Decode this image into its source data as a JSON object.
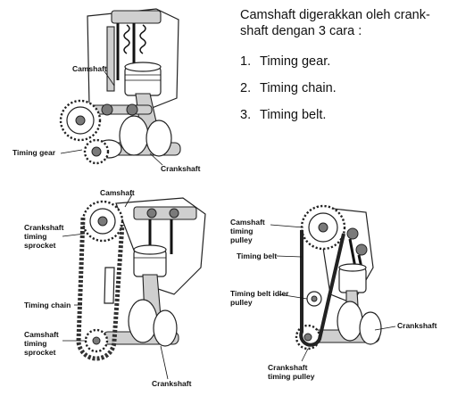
{
  "description": {
    "heading": "Camshaft digerakkan oleh crank- shaft dengan 3 cara :",
    "methods": [
      {
        "number": "1.",
        "label": "Timing gear."
      },
      {
        "number": "2.",
        "label": "Timing chain."
      },
      {
        "number": "3.",
        "label": "Timing belt."
      }
    ]
  },
  "figure_gear": {
    "labels": {
      "camshaft": "Camshaft",
      "timing_gear": "Timing gear",
      "crankshaft": "Crankshaft"
    }
  },
  "figure_chain": {
    "labels": {
      "camshaft": "Camshaft",
      "crankshaft_timing_sprocket": "Crankshaft timing sprocket",
      "timing_chain": "Timing chain",
      "camshaft_timing_sprocket": "Camshaft timing sprocket",
      "crankshaft": "Crankshaft"
    }
  },
  "figure_belt": {
    "labels": {
      "camshaft_timing_pulley": "Camshaft timing pulley",
      "timing_belt": "Timing belt",
      "timing_belt_idler_pulley": "Timing belt idler pulley",
      "crankshaft": "Crankshaft",
      "crankshaft_timing_pulley": "Crankshaft timing pulley"
    }
  }
}
